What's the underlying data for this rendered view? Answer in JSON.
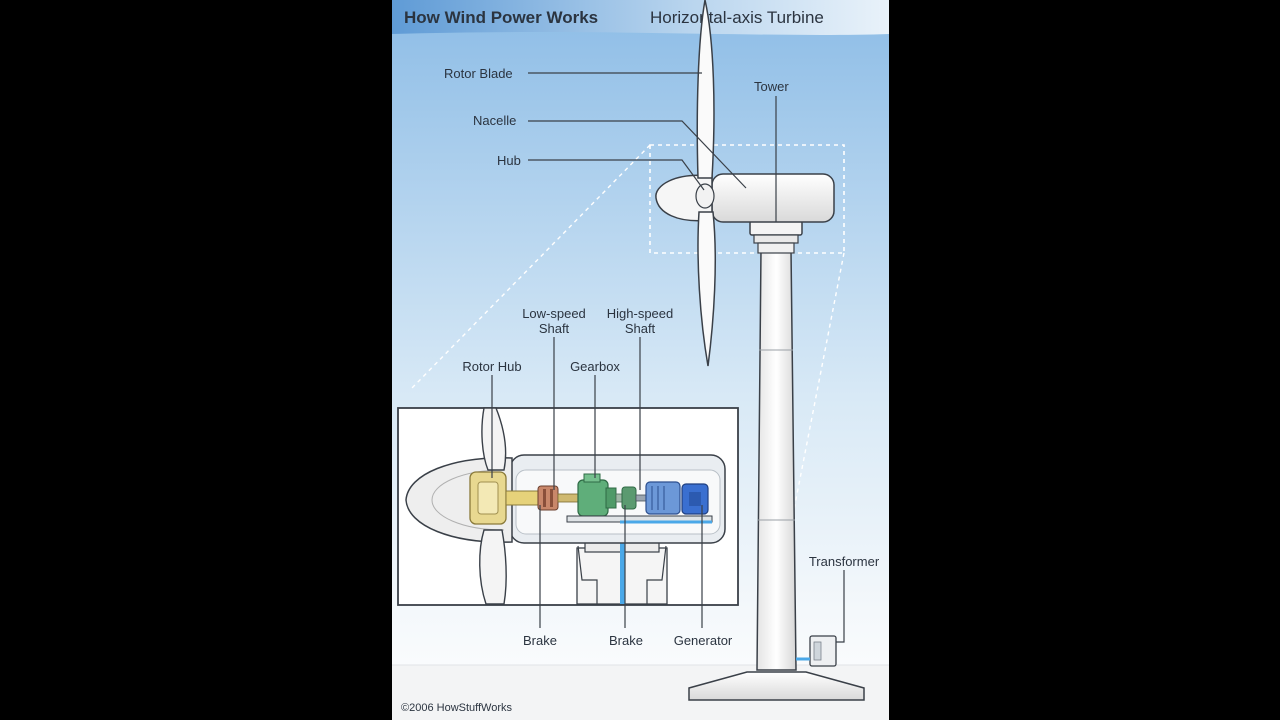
{
  "header": {
    "title": "How Wind Power Works",
    "subtitle": "Horizontal-axis Turbine"
  },
  "labels": {
    "rotor_blade": "Rotor Blade",
    "nacelle": "Nacelle",
    "hub": "Hub",
    "tower": "Tower",
    "low_speed_shaft_1": "Low-speed",
    "low_speed_shaft_2": "Shaft",
    "high_speed_shaft_1": "High-speed",
    "high_speed_shaft_2": "Shaft",
    "rotor_hub": "Rotor Hub",
    "gearbox": "Gearbox",
    "transformer": "Transformer",
    "brake_left": "Brake",
    "brake_right": "Brake",
    "generator": "Generator"
  },
  "footer": {
    "copyright": "©2006 HowStuffWorks"
  },
  "colors": {
    "sky_top": "#7fb4e2",
    "sky_bottom": "#ffffff",
    "turbine": "#f2f2f2",
    "outline": "#3a4048",
    "hub_yellow": "#e8d890",
    "gear_green": "#5fae7a",
    "generator_blue": "#3a6fd0",
    "cable_blue": "#4aa8e8"
  }
}
